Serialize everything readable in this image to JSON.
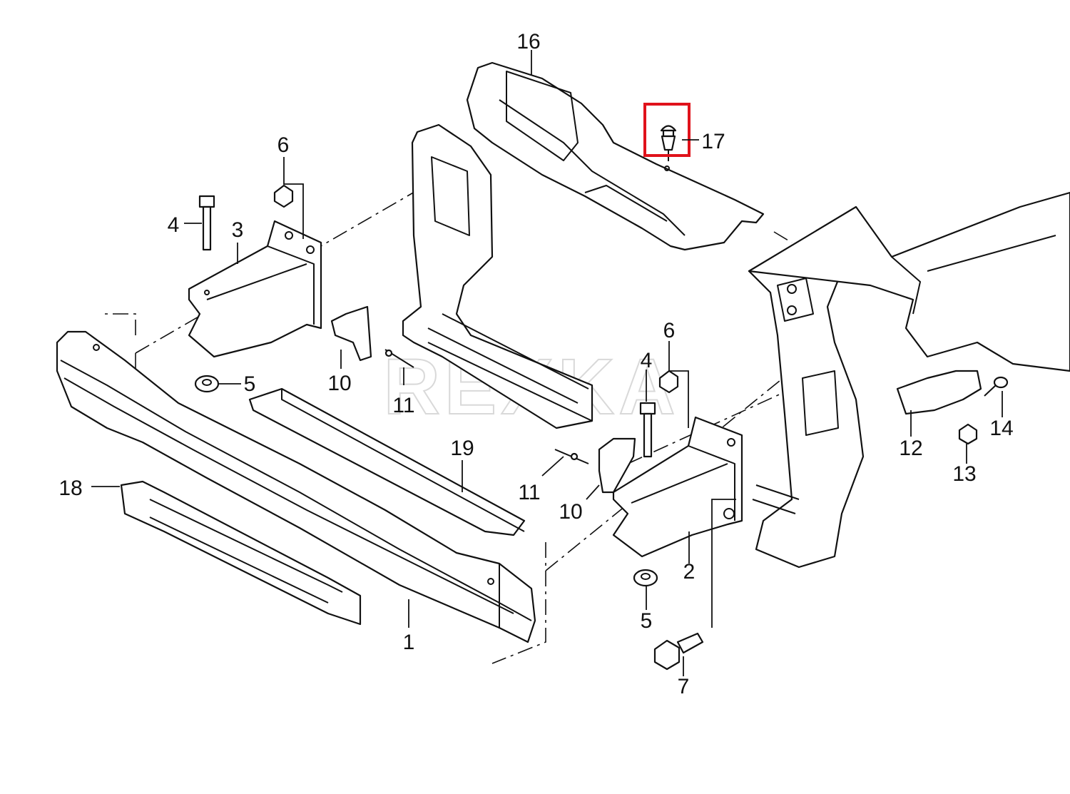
{
  "diagram": {
    "watermark": "REXKA",
    "highlight_color": "#e0121b",
    "ink_color": "#111111",
    "highlighted_part": "17",
    "callouts": [
      "1",
      "2",
      "3",
      "4",
      "4",
      "5",
      "5",
      "6",
      "6",
      "7",
      "10",
      "10",
      "11",
      "11",
      "12",
      "13",
      "14",
      "16",
      "17",
      "18",
      "19"
    ]
  }
}
